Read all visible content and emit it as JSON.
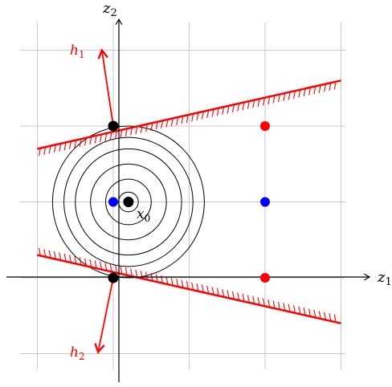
{
  "axes": {
    "x_name": "z",
    "x_index": "1",
    "y_name": "z",
    "y_index": "2"
  },
  "labels": {
    "h1_name": "h",
    "h1_index": "1",
    "h2_name": "h",
    "h2_index": "2",
    "x0_name": "x",
    "x0_index": "0"
  },
  "colors": {
    "grid": "#c8c8c8",
    "axis": "#000000",
    "constraint": "#ff0000",
    "blue_point": "#0000ff",
    "red_point": "#ff0000",
    "black_point": "#000000"
  },
  "diagram": {
    "grid_x": [
      -1,
      0,
      1,
      2,
      3
    ],
    "grid_y": [
      -1,
      0,
      1,
      2,
      3
    ],
    "x0": [
      0.2,
      1.0
    ],
    "contour_radii": [
      0.13,
      0.3,
      0.5,
      0.7,
      0.85,
      1.0
    ],
    "constraint_upper": {
      "from": [
        -1.0,
        1.7
      ],
      "to": [
        3.0,
        2.6
      ]
    },
    "constraint_lower": {
      "from": [
        -1.0,
        0.3
      ],
      "to": [
        3.0,
        -0.6
      ]
    },
    "h1_arrow": {
      "from": [
        0,
        2.0
      ],
      "to": [
        -0.15,
        3.0
      ]
    },
    "h2_arrow": {
      "from": [
        0,
        0
      ],
      "to": [
        -0.2,
        -0.98
      ]
    },
    "black_points": [
      [
        0,
        2
      ],
      [
        0,
        0
      ],
      [
        0.2,
        1.0
      ]
    ],
    "blue_points": [
      [
        0,
        1
      ],
      [
        2,
        1
      ]
    ],
    "red_points": [
      [
        2,
        2
      ],
      [
        2,
        0
      ]
    ]
  }
}
